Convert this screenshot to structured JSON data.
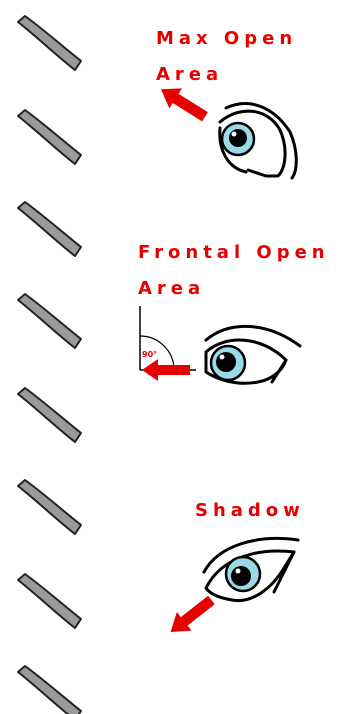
{
  "labels": {
    "max_open_area": {
      "line1": "Max Open",
      "line2": "Area"
    },
    "frontal_open_area": {
      "line1": "Frontal Open",
      "line2": "Area",
      "angle": "90°"
    },
    "shadow": "Shadow"
  },
  "colors": {
    "label": "#e60000",
    "arrow": "#e60000",
    "iris": "#9ad9e6",
    "stroke_fill": "#9a9a9a",
    "stroke_outline": "#222222"
  },
  "icons": {
    "eye": "eye-icon",
    "arrow": "arrow-icon",
    "stroke": "brush-stroke-icon"
  }
}
